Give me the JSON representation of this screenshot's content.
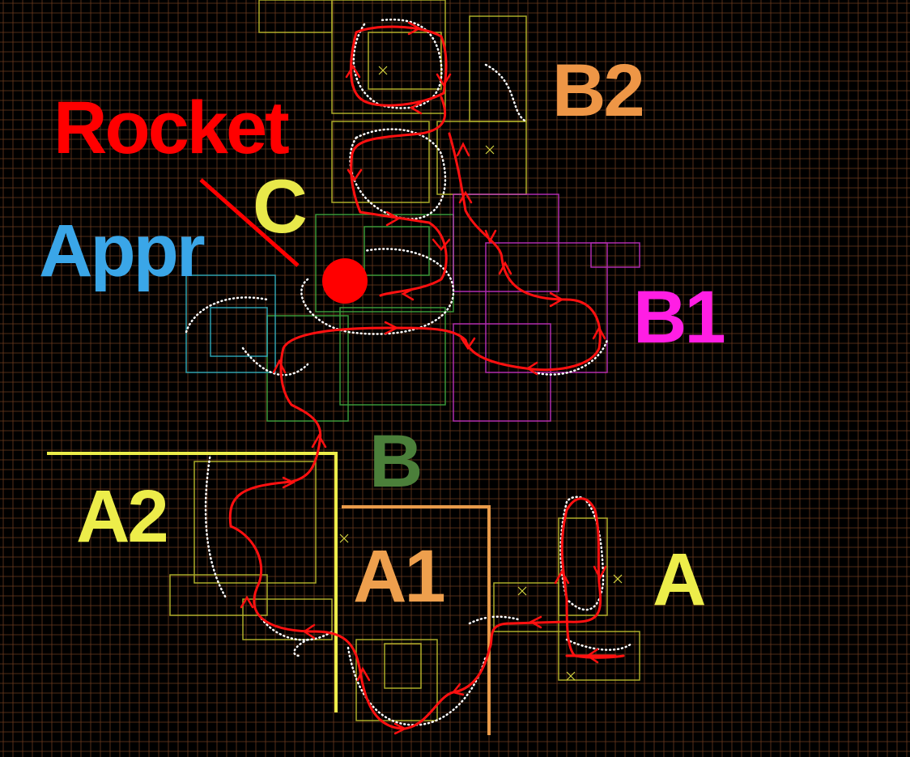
{
  "labels": {
    "rocket": "Rocket",
    "c": "C",
    "appr": "Appr",
    "b2": "B2",
    "b1": "B1",
    "b": "B",
    "a2": "A2",
    "a1": "A1",
    "a": "A"
  },
  "colors": {
    "background": "#000000",
    "grid": "#6b3a1e",
    "grid_accent": "#2f6f7a",
    "route": "#ff1010",
    "rocket": "#ff0000",
    "appr": "#3aa6e8",
    "c": "#e8e84a",
    "b2": "#ee9646",
    "b1": "#ff1ee4",
    "b": "#4b7f3a",
    "a2": "#eded4a",
    "a1": "#ee9f4d",
    "a": "#eded4a",
    "zone_yellow": "#eded4a",
    "zone_orange": "#e89b4a",
    "structure_yellow": "#c8c830",
    "structure_green": "#3fa83f",
    "structure_magenta": "#c030c0",
    "structure_cyan": "#30b0c0",
    "dots": "#ffffff"
  }
}
